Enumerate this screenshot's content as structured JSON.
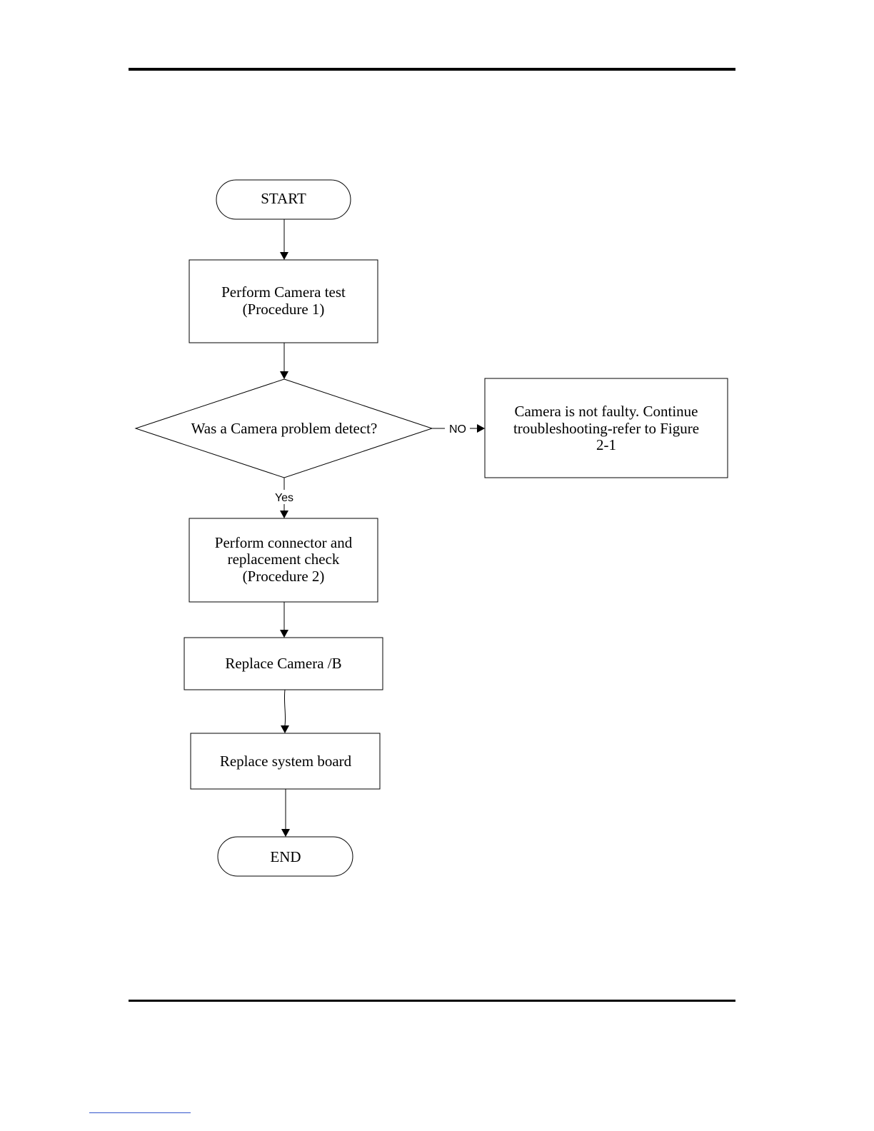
{
  "flowchart": {
    "nodes": {
      "start": {
        "lines": [
          "START"
        ]
      },
      "camera_test": {
        "lines": [
          "Perform Camera test",
          "(Procedure 1)"
        ]
      },
      "decision": {
        "lines": [
          "Was a Camera problem detect?"
        ]
      },
      "not_faulty": {
        "lines": [
          "Camera is not faulty. Continue",
          "troubleshooting-refer to Figure",
          "2-1"
        ]
      },
      "connector_check": {
        "lines": [
          "Perform connector and",
          "replacement check",
          "(Procedure 2)"
        ]
      },
      "replace_camera": {
        "lines": [
          "Replace Camera /B"
        ]
      },
      "replace_board": {
        "lines": [
          "Replace system board"
        ]
      },
      "end": {
        "lines": [
          "END"
        ]
      }
    },
    "edges": {
      "no_label": "NO",
      "yes_label": "Yes"
    }
  }
}
